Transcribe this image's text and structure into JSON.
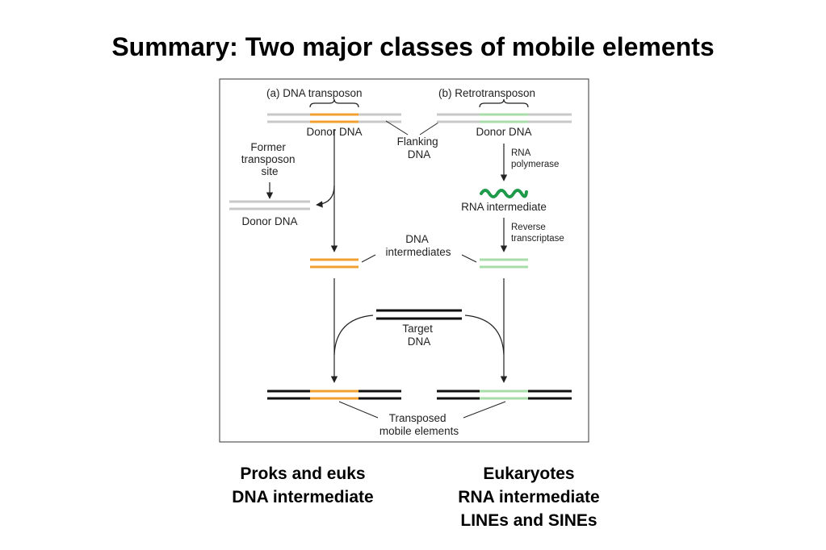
{
  "title": "Summary: Two major classes of mobile elements",
  "figure": {
    "panel_a_label": "(a)  DNA transposon",
    "panel_b_label": "(b)  Retrotransposon",
    "donor_dna_a": "Donor DNA",
    "donor_dna_b": "Donor DNA",
    "flanking_dna": [
      "Flanking",
      "DNA"
    ],
    "former_site": [
      "Former",
      "transposon",
      "site"
    ],
    "donor_dna_after": "Donor DNA",
    "rna_polymerase": [
      "RNA",
      "polymerase"
    ],
    "rna_intermediate": "RNA intermediate",
    "reverse_transcriptase": [
      "Reverse",
      "transcriptase"
    ],
    "dna_intermediates": [
      "DNA",
      "intermediates"
    ],
    "target_dna": [
      "Target",
      "DNA"
    ],
    "transposed_elements": [
      "Transposed",
      "mobile elements"
    ]
  },
  "captions": {
    "left": [
      "Proks and euks",
      "DNA intermediate"
    ],
    "right": [
      "Eukaryotes",
      "RNA intermediate",
      "LINEs and SINEs"
    ]
  },
  "colors": {
    "orange": "#F0A030",
    "green": "#A8DCA8",
    "rna_wave": "#1E9A4A",
    "gray_dna": "#C8C8C8",
    "black_dna": "#111111"
  }
}
